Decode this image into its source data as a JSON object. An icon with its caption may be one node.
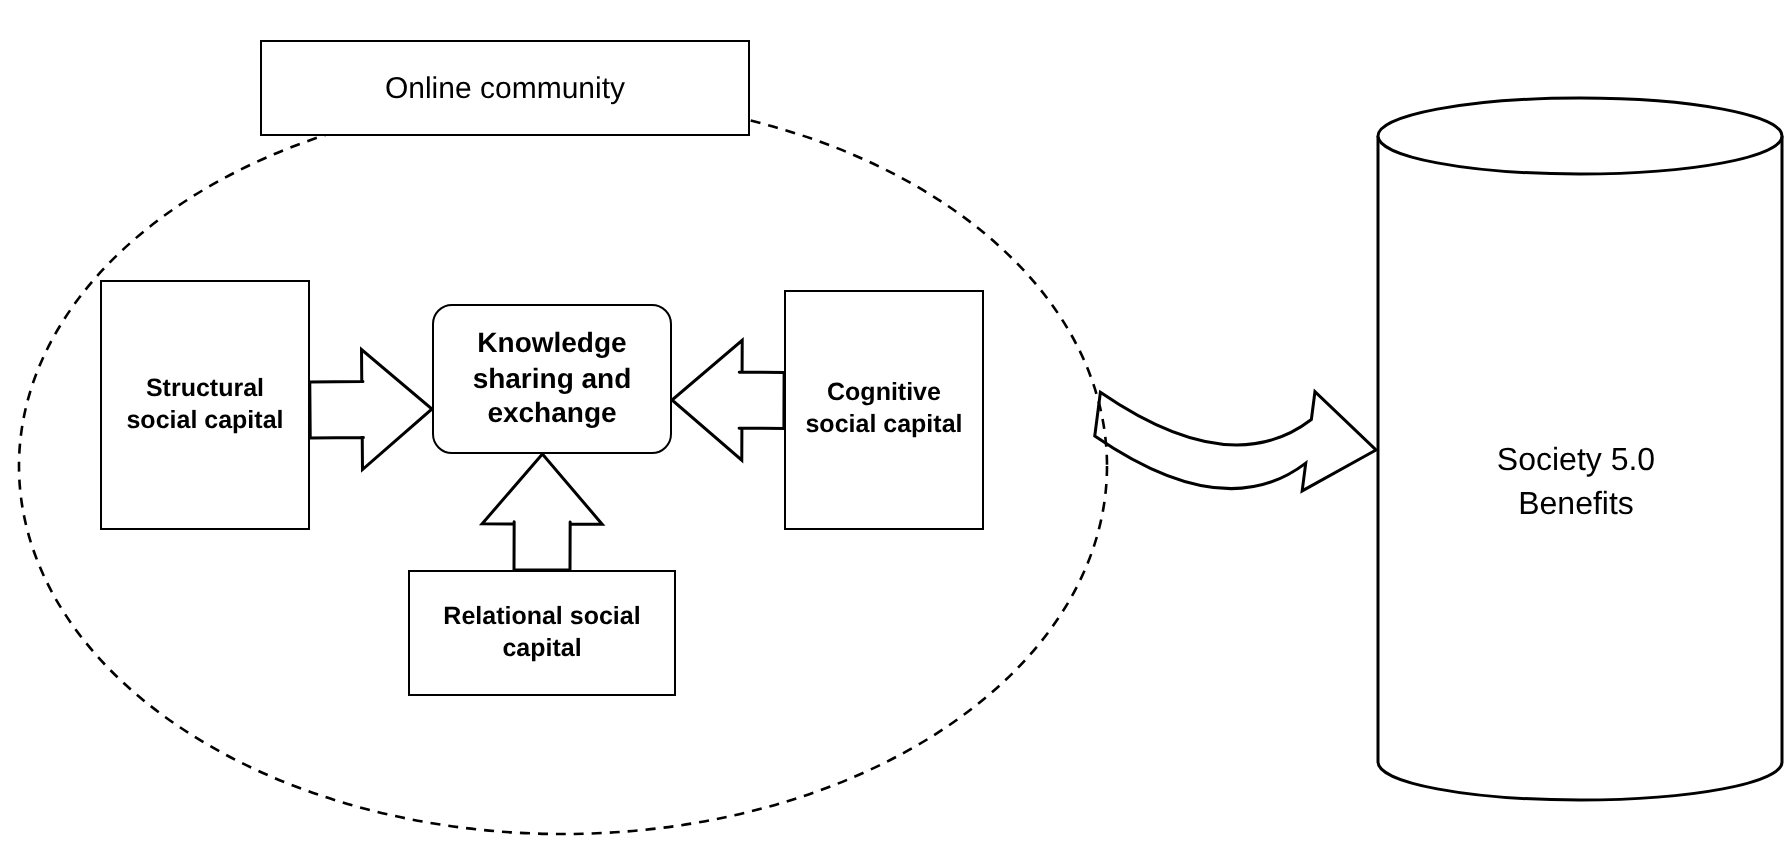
{
  "diagram": {
    "nodes": [
      {
        "text": [
          "Online community"
        ]
      },
      {
        "text": [
          "Structural social capital"
        ],
        "in": 0
      },
      {
        "text": [
          "Knowledge sharing and exchange"
        ],
        "in": 0
      },
      {
        "text": [
          "Cognitive social capital"
        ],
        "in": 0
      },
      {
        "text": [
          "Relational social capital"
        ],
        "in": 0
      },
      {
        "text": [
          "Society 5.0 Benefits"
        ]
      }
    ],
    "edges": [
      {
        "from": 1,
        "to": 2,
        "arrow": "to"
      },
      {
        "from": 3,
        "to": 2,
        "arrow": "to"
      },
      {
        "from": 4,
        "to": 2,
        "arrow": "to"
      },
      {
        "from": 0,
        "to": 5,
        "arrow": "to"
      }
    ]
  }
}
